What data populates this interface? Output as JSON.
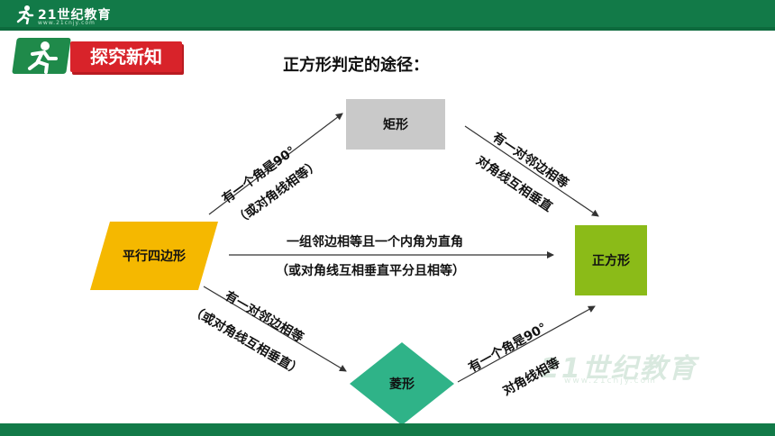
{
  "header": {
    "logo_text": "21世纪教育",
    "logo_sub": "www.21cnjy.com",
    "badge_label": "探究新知"
  },
  "title": "正方形判定的途径：",
  "nodes": {
    "parallelogram": "平行四边形",
    "rectangle": "矩形",
    "rhombus": "菱形",
    "square": "正方形"
  },
  "labels": {
    "para_to_rect_line1": "有一个角是90°",
    "para_to_rect_line2": "（或对角线相等）",
    "rect_to_square_line1": "有一对邻边相等",
    "rect_to_square_line2": "对角线互相垂直",
    "para_to_square_line1": "一组邻边相等且一个内角为直角",
    "para_to_square_line2": "（或对角线互相垂直平分且相等）",
    "para_to_rhombus_line1": "有一对邻边相等",
    "para_to_rhombus_line2": "（或对角线互相垂直）",
    "rhombus_to_square_line1": "有一个角是90°",
    "rhombus_to_square_line2": "对角线相等"
  },
  "watermark": {
    "text": "21世纪教育",
    "sub": "www.21cnjy.com"
  },
  "colors": {
    "header_green": "#127a48",
    "badge_red": "#d8232a",
    "rectangle_fill": "#c9c9c9",
    "parallelogram_fill": "#f5b800",
    "rhombus_fill": "#2fb388",
    "square_fill": "#8bbb18"
  }
}
